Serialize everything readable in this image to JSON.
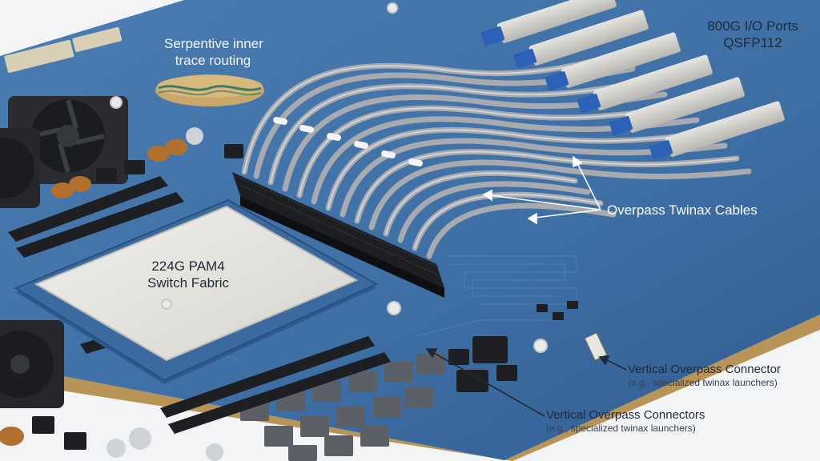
{
  "labels": {
    "serpentine": {
      "line1": "Serpentive inner",
      "line2": "trace routing"
    },
    "io_ports": {
      "line1": "800G I/O Ports",
      "line2": "QSFP112"
    },
    "chip": {
      "line1": "224G PAM4",
      "line2": "Switch Fabric"
    },
    "twinax": {
      "text": "Overpass Twinax Cables"
    },
    "connector_single": {
      "title": "Vertical Overpass Connector",
      "sub": "(e.g., specialized twinax launchers)"
    },
    "connectors_plural": {
      "title": "Vertical Overpass Connectors",
      "sub": "(e.g., specialized twinax launchers)"
    }
  },
  "colors": {
    "pcb_blue": "#3f6fa3",
    "pcb_edge": "#c9a86a",
    "chip_silver": "#e7e6e1",
    "qsfp_blue": "#2b62b8",
    "cable_gray": "#b9bdc2",
    "connector_black": "#1d1f22",
    "label_text": "#1f2937"
  }
}
